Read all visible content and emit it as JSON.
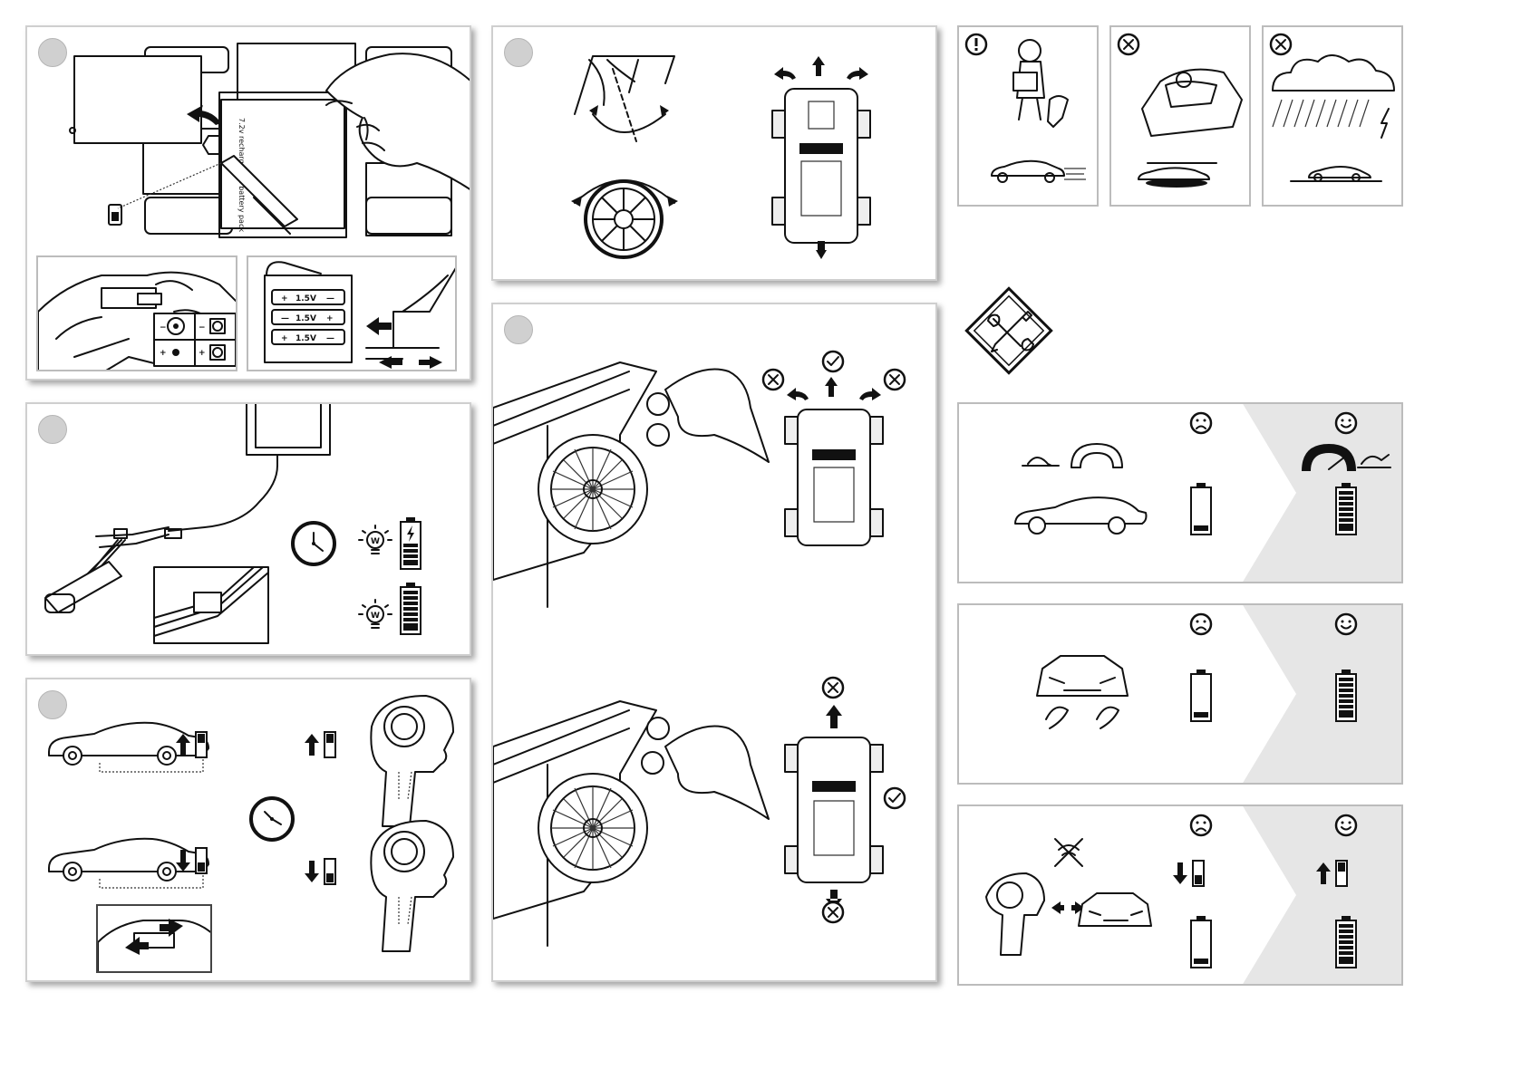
{
  "battery_pack_label": "7.2v rechargeable battery pack",
  "cell_voltage": "1.5V",
  "cell_sign_plus": "+",
  "cell_sign_minus": "—",
  "charger_light_letter": "W",
  "colors": {
    "step_marker": "#d0d0d0",
    "panel_border": "#cfcfcf",
    "tip_background": "#e6e6e6",
    "ink": "#111111"
  },
  "icons": [
    "warning-icon",
    "prohibited-icon",
    "ok-icon",
    "clock-icon",
    "battery-icon",
    "lightbulb-icon",
    "wrench-screwdriver-icon",
    "sad-face-icon",
    "happy-face-icon",
    "arrow-icon",
    "switch-icon"
  ]
}
